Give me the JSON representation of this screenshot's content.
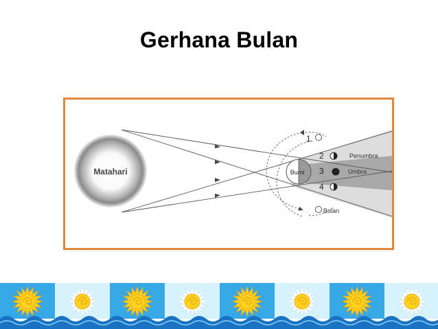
{
  "title": "Gerhana Bulan",
  "diagram": {
    "sun_label": "Matahari",
    "earth_label": "Bumi",
    "penumbra_label": "Penumbra",
    "umbra_label": "Umbra",
    "moon_label": "Bulan",
    "positions": [
      "1",
      "2",
      "3",
      "4"
    ]
  },
  "colors": {
    "frame_border": "#e0893a",
    "penumbra_fill": "#dddddd",
    "umbra_fill": "#a8a8a8",
    "tile_blue": "#36a8e8",
    "tile_light": "#d8f2fc",
    "sun_yellow": "#ffd21e",
    "wave_blue": "#1a72c2"
  },
  "decor": {
    "tile_pattern": [
      "dark",
      "light",
      "dark",
      "light",
      "dark",
      "light",
      "dark",
      "light"
    ],
    "icon": "sun-icon"
  }
}
